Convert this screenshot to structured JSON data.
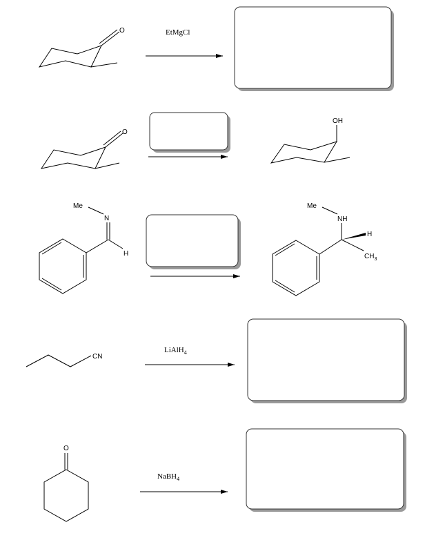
{
  "reactions": [
    {
      "reactant_atoms": [
        "O"
      ],
      "reagent": {
        "text": "EtMgCl",
        "sub": ""
      },
      "answer_box": "empty"
    },
    {
      "reactant_atoms": [
        "O"
      ],
      "reagent_box": "empty",
      "product_atoms": [
        "OH"
      ]
    },
    {
      "reactant_atoms": [
        "Me",
        "N",
        "H"
      ],
      "reagent_box": "empty",
      "product_atoms": [
        "Me",
        "NH",
        "H",
        "CH",
        "3"
      ]
    },
    {
      "reactant_atoms": [
        "CN"
      ],
      "reagent": {
        "text": "LiAlH",
        "sub": "4"
      },
      "answer_box": "empty"
    },
    {
      "reactant_atoms": [
        "O"
      ],
      "reagent": {
        "text": "NaBH",
        "sub": "4"
      },
      "answer_box": "empty"
    }
  ]
}
